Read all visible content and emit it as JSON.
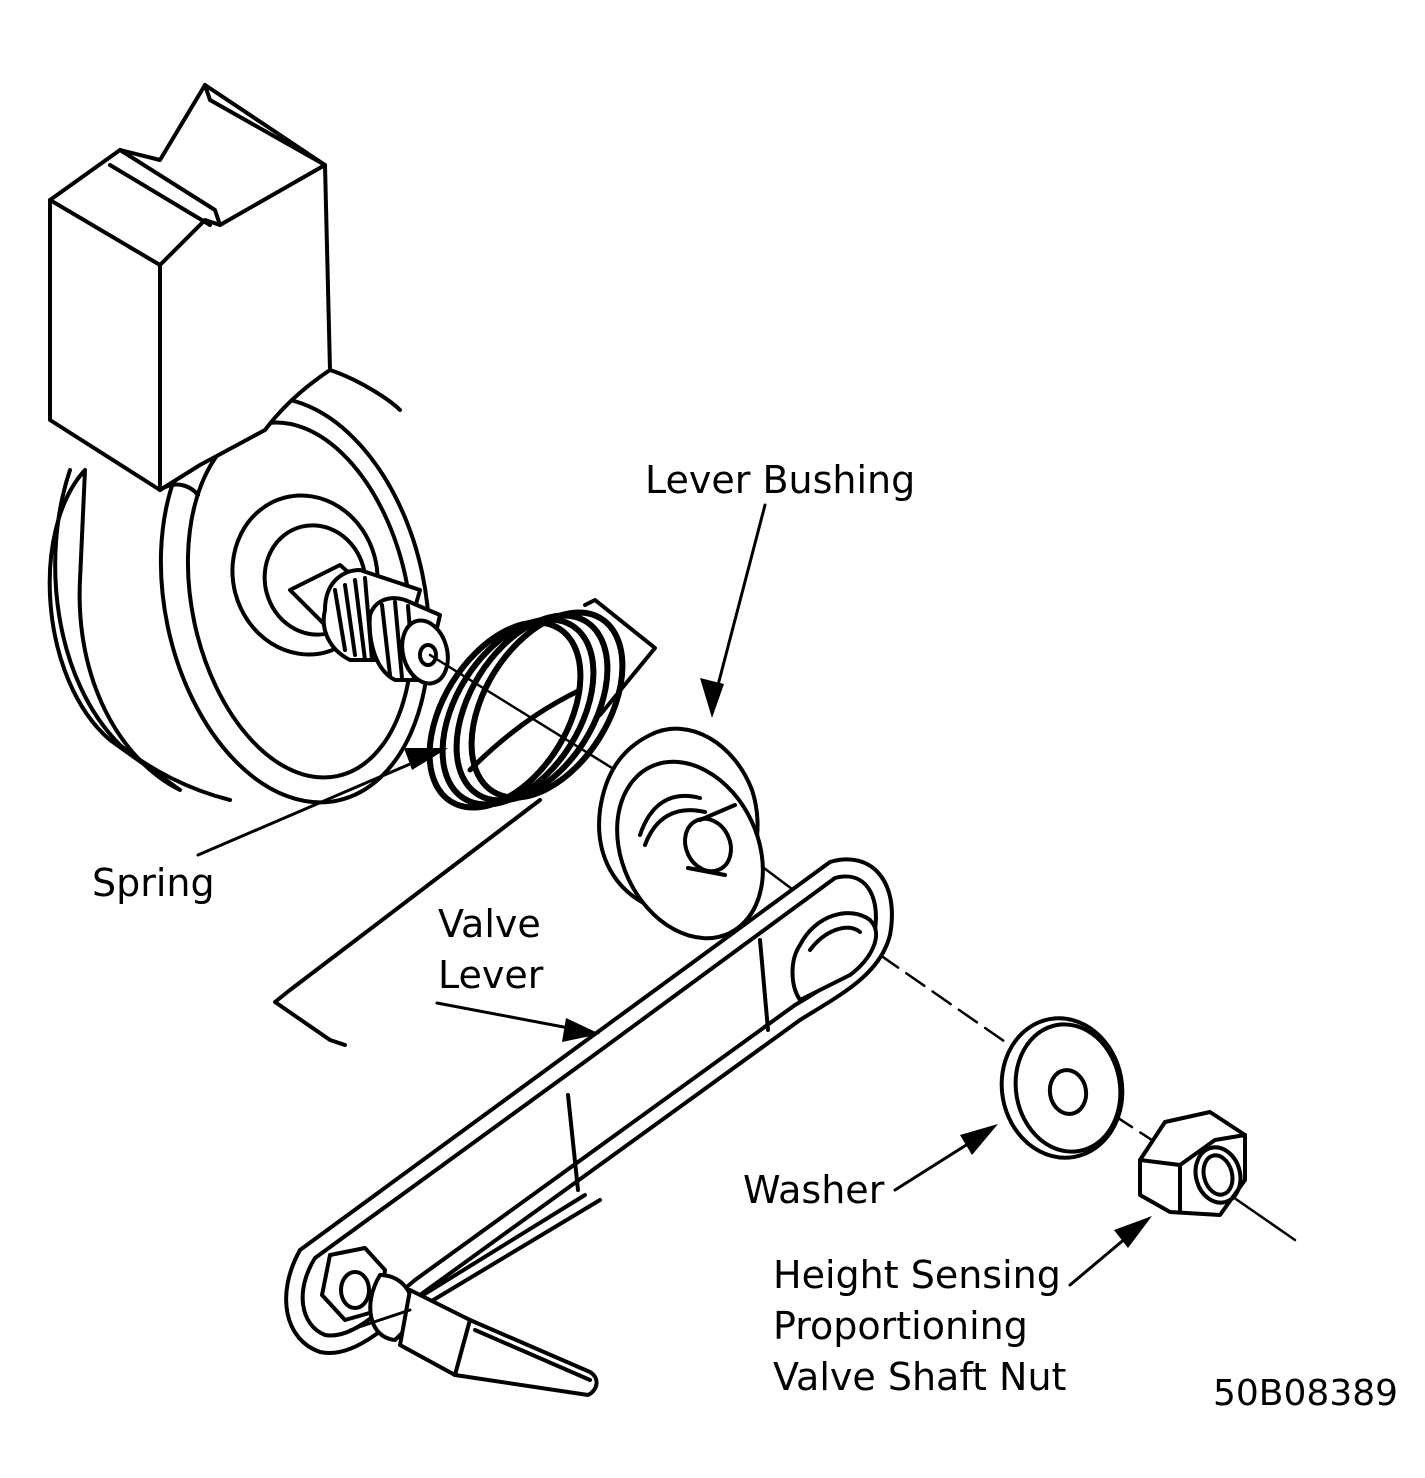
{
  "diagram": {
    "labels": {
      "lever_bushing": "Lever Bushing",
      "spring": "Spring",
      "valve_lever_1": "Valve",
      "valve_lever_2": "Lever",
      "washer": "Washer",
      "nut_1": "Height Sensing",
      "nut_2": "Proportioning",
      "nut_3": "Valve Shaft Nut"
    },
    "figure_code": "50B08389"
  },
  "colors": {
    "ink": "#000000",
    "paper": "#ffffff"
  }
}
